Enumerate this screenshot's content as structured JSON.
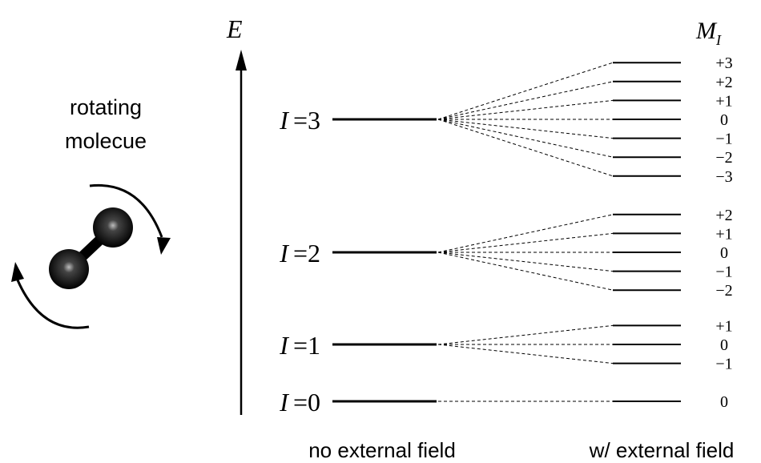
{
  "energy_axis": {
    "symbol": "E"
  },
  "quantum_number_header": {
    "main": "M",
    "subscript": "I"
  },
  "molecule": {
    "caption_line1": "rotating",
    "caption_line2": "molecue"
  },
  "levels": [
    {
      "i": "3",
      "m_values": [
        "+3",
        "+2",
        "+1",
        "0",
        "−1",
        "−2",
        "−3"
      ]
    },
    {
      "i": "2",
      "m_values": [
        "+2",
        "+1",
        "0",
        "−1",
        "−2"
      ]
    },
    {
      "i": "1",
      "m_values": [
        "+1",
        "0",
        "−1"
      ]
    },
    {
      "i": "0",
      "m_values": [
        "0"
      ]
    }
  ],
  "level_label_prefix": "I",
  "level_label_equals": "=",
  "bottom_labels": {
    "left": "no external field",
    "right": "w/ external field"
  }
}
